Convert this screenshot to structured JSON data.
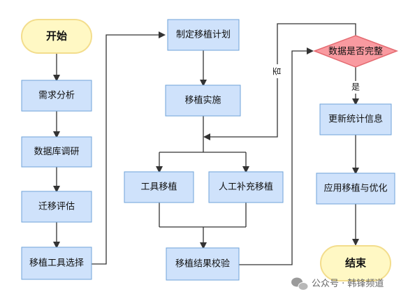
{
  "nodes": {
    "start": "开始",
    "req_analysis": "需求分析",
    "db_research": "数据库调研",
    "migration_eval": "迁移评估",
    "tool_select": "移植工具选择",
    "plan": "制定移植计划",
    "implement": "移植实施",
    "tool_migrate": "工具移植",
    "manual_migrate": "人工补充移植",
    "verify": "移植结果校验",
    "integrity": "数据是否完整",
    "update_stats": "更新统计信息",
    "optimize": "应用移植与优化",
    "end": "结束"
  },
  "edge_labels": {
    "yes": "是",
    "no": "否"
  },
  "watermark": {
    "text": "公众号 · 韩锋频道"
  },
  "colors": {
    "box_fill": "#cfe2fb",
    "box_stroke": "#6fa3d8",
    "terminal_fill": "#fff8c4",
    "terminal_stroke": "#f3dd8c",
    "decision_fill": "#f99aa0",
    "decision_stroke": "#e46a70",
    "line": "#333333"
  }
}
